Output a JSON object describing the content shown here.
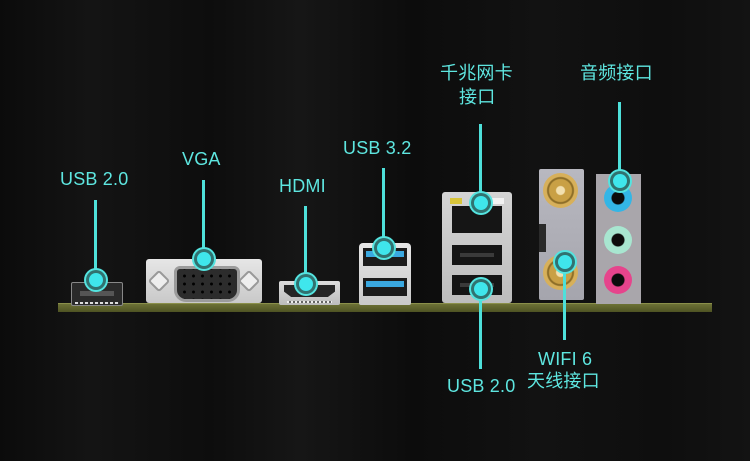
{
  "diagram": {
    "title": "Motherboard rear I/O panel ports",
    "accent_color": "#5ee6e0",
    "background_color": "#101010",
    "callouts": [
      {
        "id": "usb20-left",
        "label": "USB 2.0",
        "position": "top"
      },
      {
        "id": "vga",
        "label": "VGA",
        "position": "top"
      },
      {
        "id": "hdmi",
        "label": "HDMI",
        "position": "top"
      },
      {
        "id": "usb32",
        "label": "USB 3.2",
        "position": "top"
      },
      {
        "id": "lan",
        "label_line1": "千兆网卡",
        "label_line2": "接口",
        "position": "top"
      },
      {
        "id": "audio",
        "label": "音频接口",
        "position": "top"
      },
      {
        "id": "usb20-right",
        "label": "USB 2.0",
        "position": "bottom"
      },
      {
        "id": "wifi",
        "label_line1": "WIFI 6",
        "label_line2": "天线接口",
        "position": "bottom"
      }
    ],
    "ports": {
      "usb20_left": {
        "type": "USB-A",
        "count": 1
      },
      "vga": {
        "type": "D-Sub 15-pin",
        "count": 1
      },
      "hdmi": {
        "type": "HDMI",
        "count": 1
      },
      "usb32": {
        "type": "USB 3.2 Type-A",
        "count": 2,
        "color": "#3aa8e0"
      },
      "lan_usb_stack": {
        "rj45": 1,
        "usb20": 2,
        "led_colors": [
          "#d8c53a",
          "#f2f2f2"
        ]
      },
      "wifi_antenna": {
        "type": "SMA",
        "count": 2,
        "color": "#c9a045"
      },
      "audio_jacks": {
        "count": 3,
        "colors": [
          "#33b6e6",
          "#a8e6d0",
          "#e6448c"
        ]
      }
    }
  }
}
